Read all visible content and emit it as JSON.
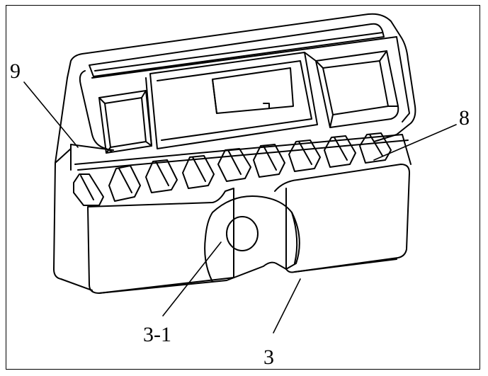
{
  "figure": {
    "labels": {
      "part_9": "9",
      "part_8": "8",
      "part_3_1": "3-1",
      "part_3": "3"
    }
  }
}
